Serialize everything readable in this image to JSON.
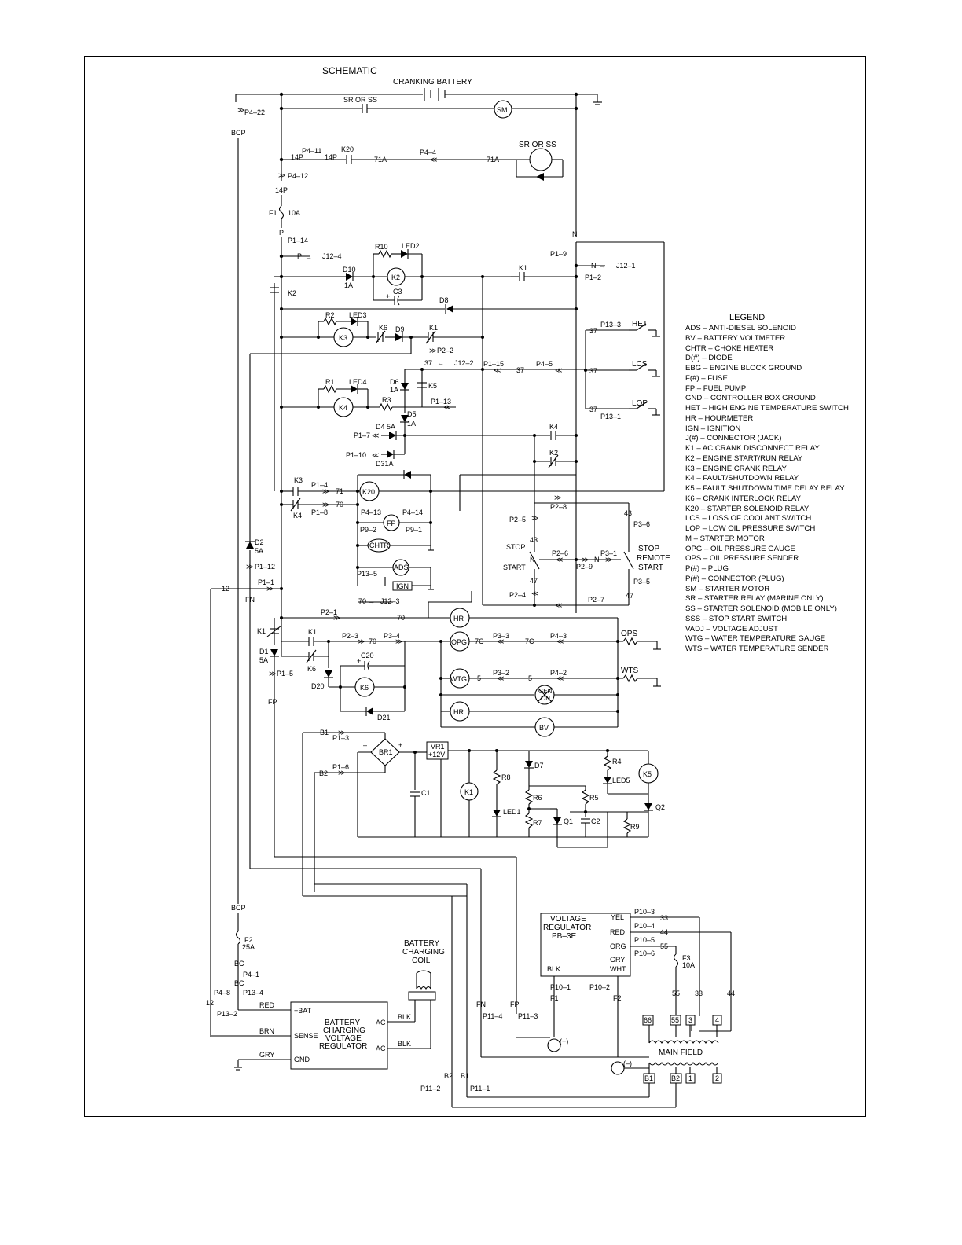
{
  "title": "SCHEMATIC",
  "legend": {
    "title": "LEGEND",
    "items": [
      "ADS – ANTI-DIESEL SOLENOID",
      "BV – BATTERY VOLTMETER",
      "CHTR – CHOKE HEATER",
      "D(#) – DIODE",
      "EBG – ENGINE BLOCK GROUND",
      "F(#) – FUSE",
      "FP – FUEL PUMP",
      "GND – CONTROLLER BOX GROUND",
      "HET – HIGH ENGINE TEMPERATURE SWITCH",
      "HR – HOURMETER",
      "IGN – IGNITION",
      "J(#) – CONNECTOR (JACK)",
      "K1 – AC CRANK DISCONNECT RELAY",
      "K2 – ENGINE START/RUN RELAY",
      "K3 – ENGINE CRANK RELAY",
      "K4 – FAULT/SHUTDOWN RELAY",
      "K5 – FAULT SHUTDOWN TIME DELAY RELAY",
      "K6 – CRANK INTERLOCK RELAY",
      "K20 – STARTER SOLENOID RELAY",
      "LCS – LOSS OF COOLANT SWITCH",
      "LOP – LOW OIL PRESSURE SWITCH",
      "M – STARTER MOTOR",
      "OPG – OIL PRESSURE GAUGE",
      "OPS – OIL PRESSURE SENDER",
      "P(#) – PLUG",
      "P(#) – CONNECTOR (PLUG)",
      "SM – STARTER MOTOR",
      "SR – STARTER RELAY (MARINE ONLY)",
      "SS – STARTER SOLENOID (MOBILE ONLY)",
      "SSS – STOP START SWITCH",
      "VADJ – VOLTAGE ADJUST",
      "WTG – WATER TEMPERATURE GAUGE",
      "WTS – WATER TEMPERATURE SENDER"
    ]
  },
  "labels": {
    "cranking_battery": "CRANKING BATTERY",
    "sr_or_ss": "SR OR SS",
    "sm": "SM",
    "bcp": "BCP",
    "p4_22": "P4–22",
    "p4_11": "P4–11",
    "p14": "14P",
    "k20": "K20",
    "w71a": "71A",
    "p4_4": "P4–4",
    "p4_12": "P4–12",
    "f1": "F1",
    "f1_rating": "10A",
    "p": "P",
    "p1_14": "P1–14",
    "j12_4": "J12–4",
    "n": "N",
    "p1_9": "P1–9",
    "j12_1": "J12–1",
    "p1_2": "P1–2",
    "r10": "R10",
    "led2": "LED2",
    "d10": "D10",
    "d10_r": "1A",
    "k2": "K2",
    "c3": "C3",
    "k1": "K1",
    "d8": "D8",
    "r2": "R2",
    "led3": "LED3",
    "k3": "K3",
    "k6": "K6",
    "d9": "D9",
    "p2_2": "P2–2",
    "w37": "37",
    "j12_2": "J12–2",
    "p1_15": "P1–15",
    "p4_5": "P4–5",
    "p13_3": "P13–3",
    "het": "HET",
    "lcs": "LCS",
    "lop": "LOP",
    "p13_1": "P13–1",
    "r1": "R1",
    "led4": "LED4",
    "d6": "D6",
    "d6_r": "1A",
    "k5": "K5",
    "k4": "K4",
    "r3": "R3",
    "p1_13": "P1–13",
    "d5": "D5",
    "d5_r": "1A",
    "d4": "D4 5A",
    "p1_7": "P1–7",
    "p1_10": "P1–10",
    "d3": "D31A",
    "w71": "71",
    "p1_4": "P1–4",
    "p1_8": "P1–8",
    "w70": "70",
    "p4_13": "P4–13",
    "p4_14": "P4–14",
    "fp": "FP",
    "p9_2": "P9–2",
    "p9_1": "P9–1",
    "chtr": "CHTR",
    "ads": "ADS",
    "p13_5": "P13–5",
    "ign": "IGN",
    "p2_8": "P2–8",
    "p2_5": "P2–5",
    "w43": "43",
    "p3_6": "P3–6",
    "stop": "STOP",
    "start": "START",
    "p2_6": "P2–6",
    "p2_9": "P2–9",
    "p3_1": "P3–1",
    "stop_remote_start": [
      "STOP",
      "REMOTE",
      "START"
    ],
    "w47": "47",
    "p3_5": "P3–5",
    "p2_4": "P2–4",
    "p2_7": "P2–7",
    "d2": "D2",
    "d2_r": "5A",
    "p1_12": "P1–12",
    "w12": "12",
    "p1_1": "P1–1",
    "fn": "FN",
    "p2_1": "P2–1",
    "j12_3": "J12–3",
    "hr": "HR",
    "d1": "D1",
    "d1_r": "5A",
    "p2_3": "P2–3",
    "p3_4": "P3–4",
    "opg": "OPG",
    "w7c": "7C",
    "p3_3": "P3–3",
    "p4_3": "P4–3",
    "ops": "OPS",
    "c20": "C20",
    "p1_5": "P1–5",
    "d20": "D20",
    "wtg": "WTG",
    "w5": "5",
    "p3_2": "P3–2",
    "p4_2": "P4–2",
    "wts": "WTS",
    "gen_on": [
      "GEN",
      "ON"
    ],
    "d21": "D21",
    "bv": "BV",
    "b1": "B1",
    "p1_3": "P1–3",
    "br1": "BR1",
    "vr1": [
      "VR1",
      "+12V"
    ],
    "b2": "B2",
    "p1_6": "P1–6",
    "c1": "C1",
    "r8": "R8",
    "led1": "LED1",
    "d7": "D7",
    "r6": "R6",
    "r7": "R7",
    "q1": "Q1",
    "r5": "R5",
    "c2": "C2",
    "r4": "R4",
    "led5": "LED5",
    "q2": "Q2",
    "r9": "R9",
    "f2": "F2",
    "f2_r": "25A",
    "bc": "BC",
    "p4_1": "P4–1",
    "p13_4": "P13–4",
    "p4_8": "P4–8",
    "p13_2": "P13–2",
    "red": "RED",
    "brn": "BRN",
    "gry": "GRY",
    "bcvr": [
      "BATTERY",
      "CHARGING",
      "VOLTAGE",
      "REGULATOR"
    ],
    "bat": "+BAT",
    "sense": "SENSE",
    "gnd": "GND",
    "ac": "AC",
    "blk": "BLK",
    "bcc": [
      "BATTERY",
      "CHARGING",
      "COIL"
    ],
    "vreg": [
      "VOLTAGE",
      "REGULATOR",
      "PB–3E"
    ],
    "yel": "YEL",
    "org": "ORG",
    "wht": "WHT",
    "p10_3": "P10–3",
    "p10_4": "P10–4",
    "p10_5": "P10–5",
    "p10_6": "P10–6",
    "p10_1": "P10–1",
    "p10_2": "P10–2",
    "w33": "33",
    "w44": "44",
    "w55": "55",
    "f3": "F3",
    "f3_r": "10A",
    "f1w": "F1",
    "f2w": "F2",
    "p11_4": "P11–4",
    "p11_3": "P11–3",
    "p11_2": "P11–2",
    "p11_1": "P11–1",
    "main_field": "MAIN FIELD",
    "plus": "(+)",
    "minus": "(–)",
    "t66": "66",
    "t55": "55",
    "t3": "3",
    "t4": "4",
    "tb1": "B1",
    "tb2": "B2",
    "t1": "1",
    "t2": "2"
  }
}
